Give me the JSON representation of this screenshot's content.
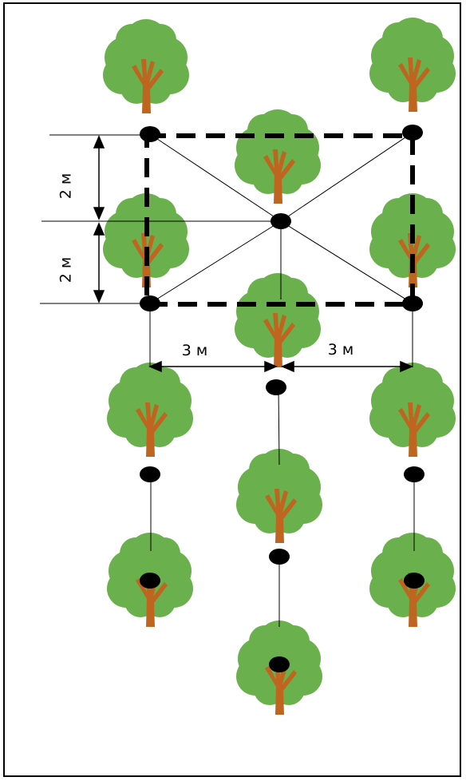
{
  "labels": {
    "vertical_spacing_top": "2 м",
    "vertical_spacing_bottom": "2 м",
    "horizontal_spacing_left": "3 м",
    "horizontal_spacing_right": "3 м"
  },
  "colors": {
    "foliage": "#6ab04c",
    "trunk": "#c0651f",
    "point": "#000000",
    "line": "#000000"
  }
}
